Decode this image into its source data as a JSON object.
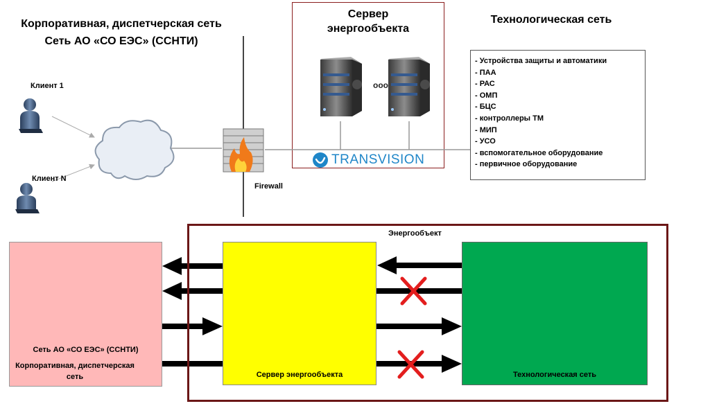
{
  "header": {
    "corporate_line1": "Корпоративная, диспетчерская сеть",
    "corporate_line2": "Сеть АО «СО ЕЭС» (ССНТИ)",
    "tech_network": "Технологическая сеть",
    "server_line1": "Сервер",
    "server_line2": "энергообъекта"
  },
  "clients": {
    "client1": "Клиент 1",
    "clientN": "Клиент N"
  },
  "firewall_label": "Firewall",
  "logo_text": "TRANSVISION",
  "server_dots": "ooo",
  "equipment_list": [
    "- Устройства защиты и автоматики",
    "- ПАА",
    "- РАС",
    "- ОМП",
    "- БЦС",
    "- контроллеры ТМ",
    "- МИП",
    "- УСО",
    "- вспомогательное оборудование",
    "- первичное оборудование"
  ],
  "bottom": {
    "energo_object": "Энергообъект",
    "corporate_title": "Сеть АО «СО ЕЭС» (ССНТИ)",
    "corporate_sub": "Корпоративная, диспетчерская сеть",
    "server_label": "Сервер энергообъекта",
    "tech_label": "Технологическая сеть"
  },
  "colors": {
    "corporate_box": "#ffb8b8",
    "server_box": "#ffff00",
    "tech_box": "#00a850",
    "frame": "#6b1717",
    "blocked_mark": "#e31e1e",
    "logo": "#1f86c8"
  }
}
